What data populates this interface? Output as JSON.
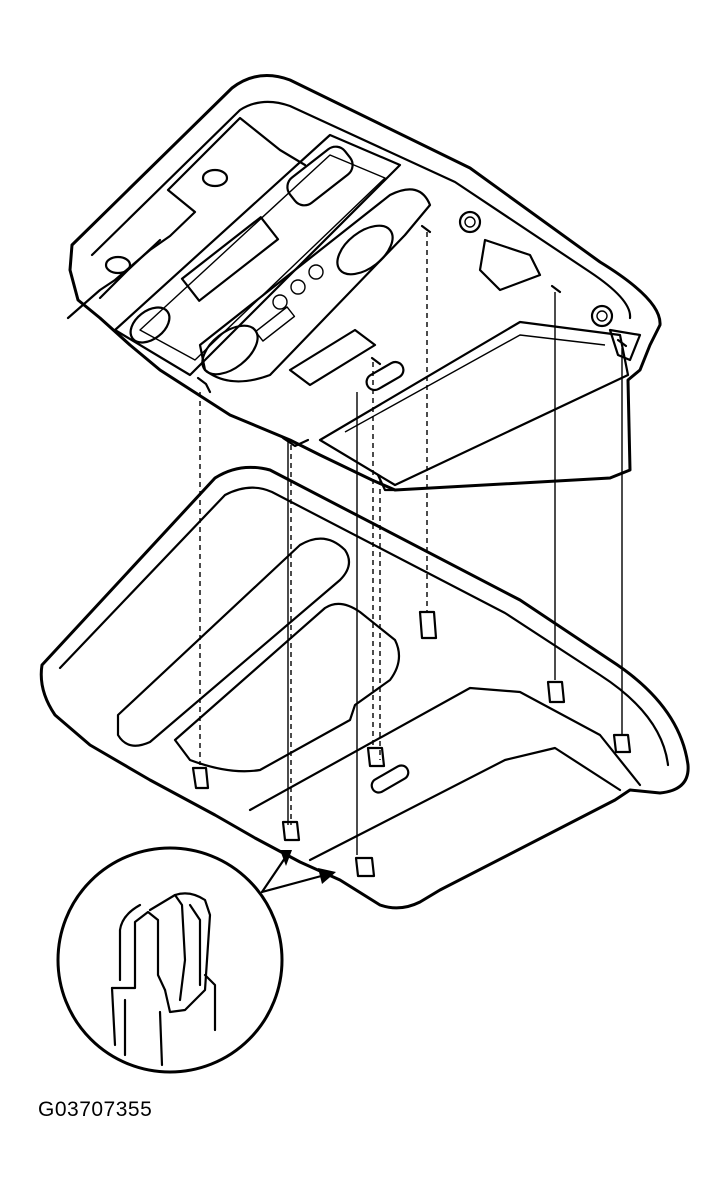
{
  "figure": {
    "id_label": "G03707355",
    "colors": {
      "line": "#000000",
      "background": "#ffffff"
    },
    "parts": [
      "overhead-console-housing",
      "console-trim-cover",
      "retaining-clip-detail"
    ]
  }
}
